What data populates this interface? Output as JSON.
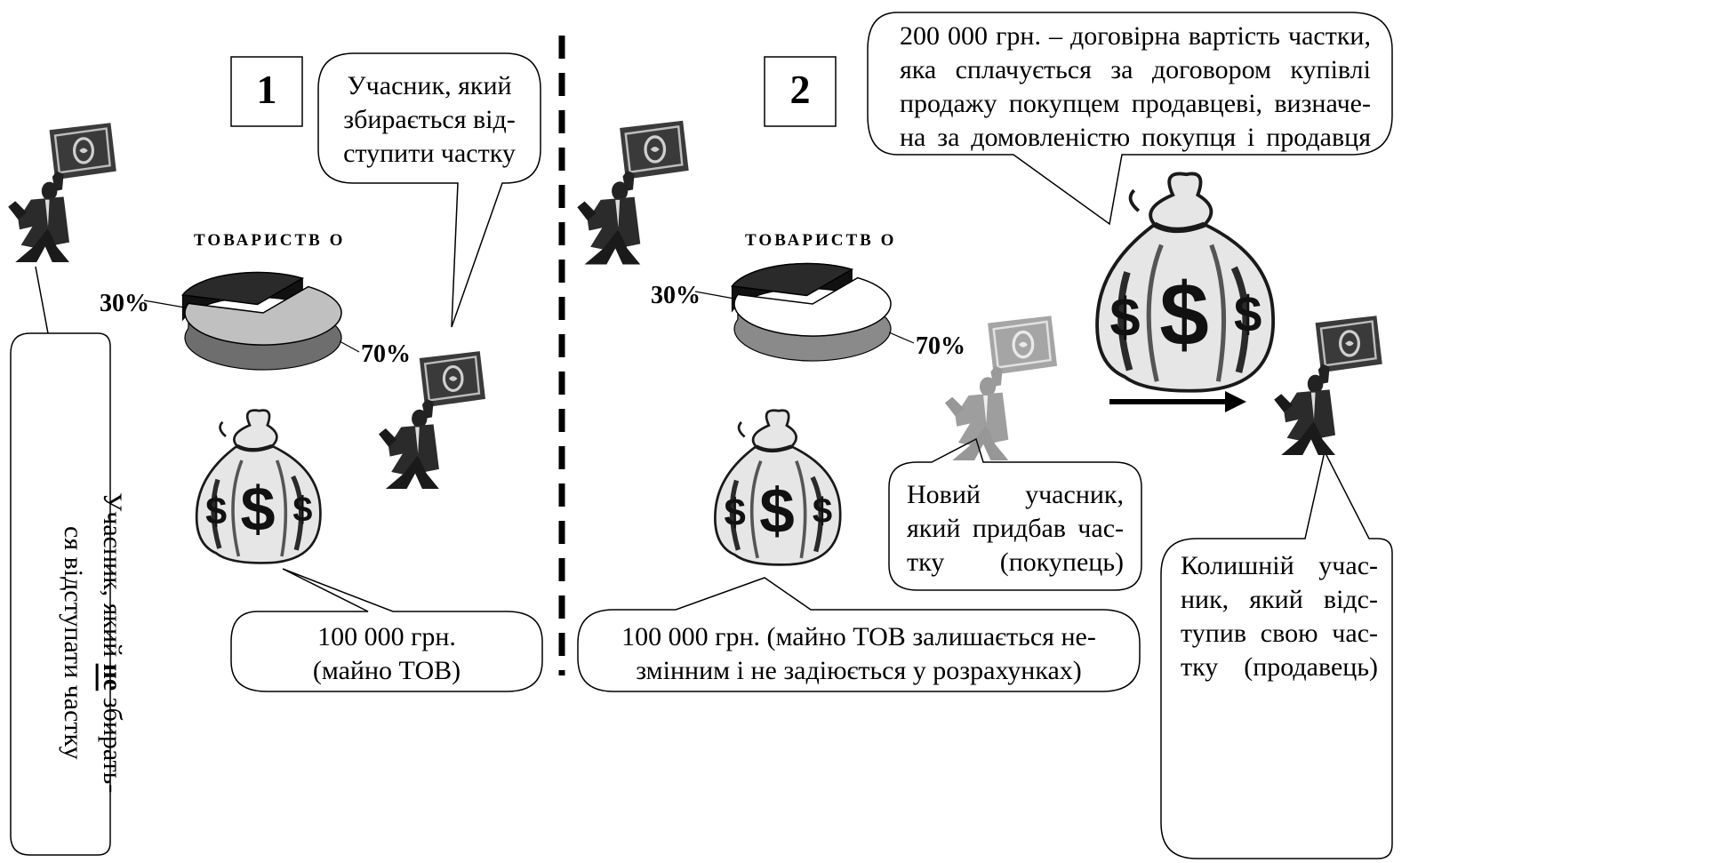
{
  "panels": [
    {
      "number": "1",
      "company_label": "ТОВАРИСТВ О",
      "pie": {
        "shares": [
          {
            "label": "30%",
            "value": 30,
            "color": "#2a2a2a"
          },
          {
            "label": "70%",
            "value": 70,
            "color": "#c0c0c0"
          }
        ]
      },
      "selling_bubble": [
        "Учасник, який",
        "збирається від-",
        "ступити частку"
      ],
      "staying_bubble": {
        "line1_before": "Учасник, який ",
        "line1_emph": "не",
        "line1_after": " збирать-",
        "line2": "ся відступати частку"
      },
      "assets_bubble": [
        "100 000 грн.",
        "(майно ТОВ)"
      ]
    },
    {
      "number": "2",
      "company_label": "ТОВАРИСТВ О",
      "pie": {
        "shares": [
          {
            "label": "30%",
            "value": 30,
            "color": "#2a2a2a"
          },
          {
            "label": "70%",
            "value": 70,
            "color": "#ffffff"
          }
        ]
      },
      "price_bubble": [
        "200 000 грн. – договірна вартість частки,",
        "яка сплачується за договором купівлі",
        "продажу покупцем продавцеві, визначе-",
        "на за домовленістю покупця і продавця"
      ],
      "buyer_bubble": [
        "Новий учасник,",
        "який придбав час-",
        "тку (покупець)"
      ],
      "seller_bubble": [
        "Колишній учас-",
        "ник, який відс-",
        "тупив свою час-",
        "тку (продавець)"
      ],
      "assets_bubble": [
        "100 000 грн. (майно ТОВ залишається не-",
        "змінним і не задіюється у розрахунках)"
      ]
    }
  ],
  "icons": {
    "businessman": "businessman-with-banknote-icon",
    "money_bags": "money-bags-icon",
    "arrow": "transfer-arrow-icon"
  },
  "colors": {
    "ink": "#000000",
    "dark_share": "#2a2a2a",
    "light_share": "#c0c0c0"
  }
}
